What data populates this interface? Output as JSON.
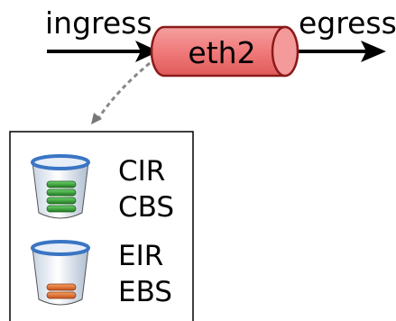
{
  "labels": {
    "ingress": "ingress",
    "egress": "egress",
    "interface": "eth2"
  },
  "buckets": [
    {
      "rate_label": "CIR",
      "burst_label": "CBS",
      "token_color": "green"
    },
    {
      "rate_label": "EIR",
      "burst_label": "EBS",
      "token_color": "orange"
    }
  ],
  "colors": {
    "interface_fill": "#f08080",
    "interface_stroke": "#8b1a1a",
    "green_token": "#2e9e2e",
    "orange_token": "#e06a20",
    "bucket_rim": "#4a86d4",
    "arrow": "#000000",
    "dashed_arrow": "#888888"
  }
}
